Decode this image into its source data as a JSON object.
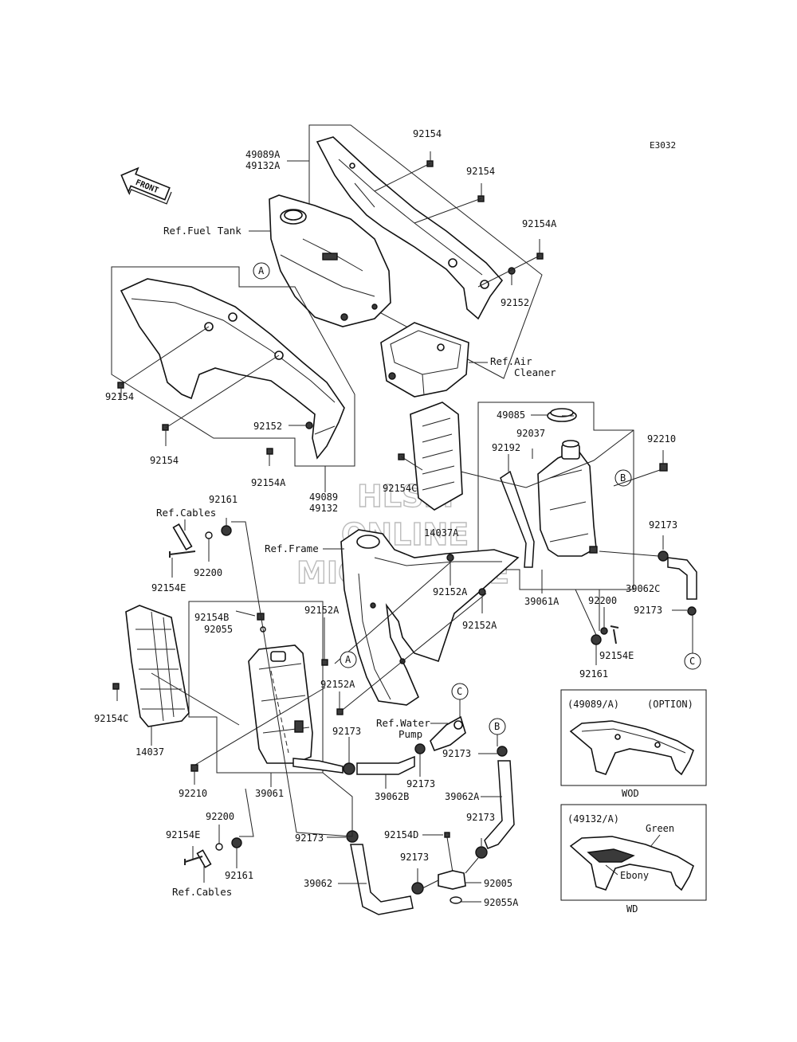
{
  "diagram_code": "E3032",
  "front_label": "FRONT",
  "watermark": [
    "HLSM",
    "ONLINE",
    "MICROFICHE"
  ],
  "refs": {
    "fuel_tank": "Ref.Fuel Tank",
    "air_cleaner_1": "Ref.Air",
    "air_cleaner_2": "Cleaner",
    "frame": "Ref.Frame",
    "cables_top": "Ref.Cables",
    "cables_bottom": "Ref.Cables",
    "water_pump_1": "Ref.Water",
    "water_pump_2": "Pump"
  },
  "markers": {
    "a": "A",
    "b": "B",
    "c": "C"
  },
  "labels": {
    "p49089a": "49089A",
    "p49132a": "49132A",
    "p92154_t1": "92154",
    "p92154_t2": "92154",
    "p92154a_t": "92154A",
    "p92152_t": "92152",
    "p92154_l1": "92154",
    "p92154_l2": "92154",
    "p92152_m": "92152",
    "p92154a_m": "92154A",
    "p49089": "49089",
    "p49132": "49132",
    "p49085": "49085",
    "p92037": "92037",
    "p92192": "92192",
    "p92210_r": "92210",
    "p92154c_m": "92154C",
    "p14037a": "14037A",
    "p92173_r1": "92173",
    "p39062c": "39062C",
    "p92173_r2": "92173",
    "p92152a_1": "92152A",
    "p39061a": "39061A",
    "p92152a_2": "92152A",
    "p92200_r": "92200",
    "p92154e_r": "92154E",
    "p92161_r": "92161",
    "p92161_l": "92161",
    "p92200_l": "92200",
    "p92154e_l": "92154E",
    "p92154b": "92154B",
    "p92055": "92055",
    "p92152a_3": "92152A",
    "p92152a_4": "92152A",
    "p92154c_l": "92154C",
    "p14037": "14037",
    "p92173_m1": "92173",
    "p92173_m2": "92173",
    "p92173_m3": "92173",
    "p92210_l": "92210",
    "p39061": "39061",
    "p39062b": "39062B",
    "p39062a": "39062A",
    "p92200_b": "92200",
    "p92154e_b": "92154E",
    "p92161_b": "92161",
    "p92173_b1": "92173",
    "p92154d": "92154D",
    "p92173_b2": "92173",
    "p92173_b3": "92173",
    "p92005": "92005",
    "p92055a": "92055A",
    "p39062": "39062"
  },
  "options": [
    {
      "header": "(49089/A)",
      "tag": "(OPTION)",
      "caption": "WOD"
    },
    {
      "header": "(49132/A)",
      "caption": "WD",
      "colors": [
        "Green",
        "Ebony"
      ]
    }
  ]
}
